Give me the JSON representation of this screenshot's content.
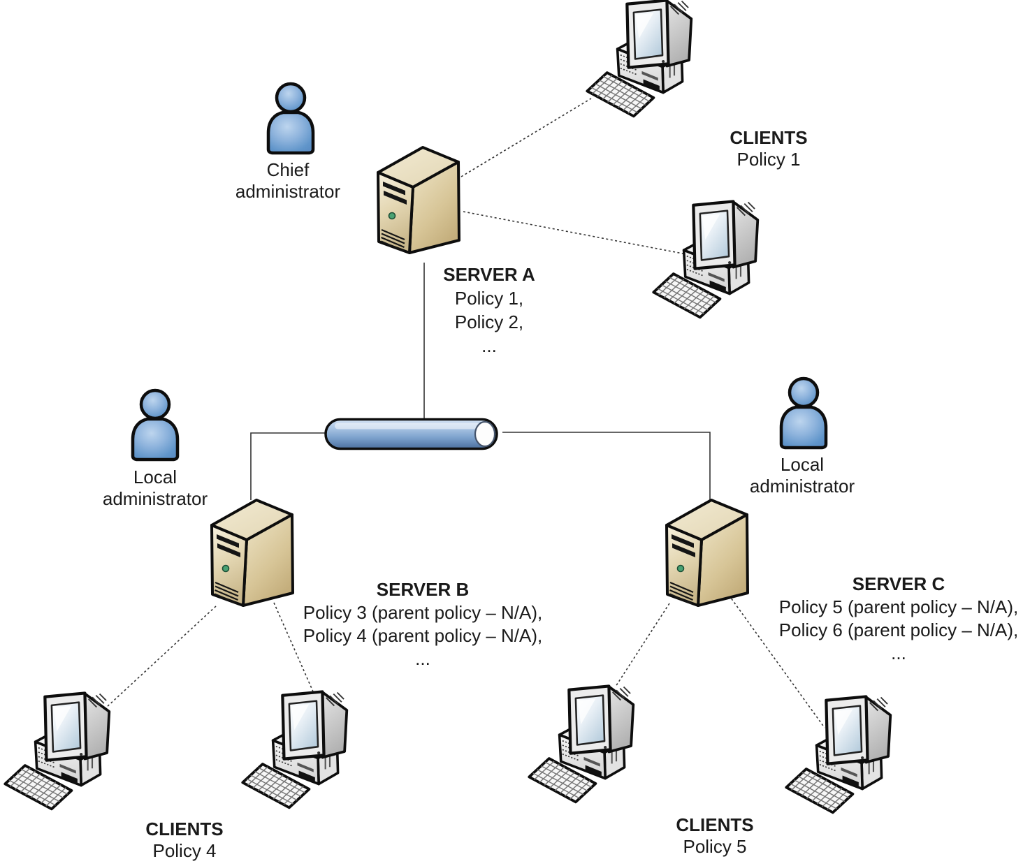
{
  "diagram_type": "network-policy-hierarchy",
  "colors": {
    "background": "#ffffff",
    "person_blue": "#6d9bcd",
    "server_beige": "#d9c89e",
    "bus_blue": "#7fa3cd",
    "outline": "#0d0d0d",
    "text": "#1a1a1a"
  },
  "nodes": {
    "chief_admin": {
      "label1": "Chief",
      "label2": "administrator"
    },
    "local_admin_left": {
      "label1": "Local",
      "label2": "administrator"
    },
    "local_admin_right": {
      "label1": "Local",
      "label2": "administrator"
    },
    "server_a": {
      "title": "SERVER A",
      "policies": [
        "Policy 1,",
        "Policy 2,",
        "..."
      ]
    },
    "server_b": {
      "title": "SERVER B",
      "policies": [
        "Policy 3 (parent policy – N/A),",
        "Policy 4 (parent policy – N/A),",
        "..."
      ]
    },
    "server_c": {
      "title": "SERVER C",
      "policies": [
        "Policy 5 (parent policy – N/A),",
        "Policy 6 (parent policy – N/A),",
        "..."
      ]
    },
    "clients_top_right": {
      "title": "CLIENTS",
      "policy": "Policy 1"
    },
    "clients_bottom_left": {
      "title": "CLIENTS",
      "policy": "Policy 4"
    },
    "clients_bottom_right": {
      "title": "CLIENTS",
      "policy": "Policy 5"
    }
  },
  "connections": {
    "solid": [
      "server_a-bus",
      "bus-server_b",
      "bus-server_c"
    ],
    "dotted": [
      "server_a-client1",
      "server_a-client2",
      "server_b-client3",
      "server_b-client4",
      "server_c-client5",
      "server_c-client6"
    ]
  }
}
